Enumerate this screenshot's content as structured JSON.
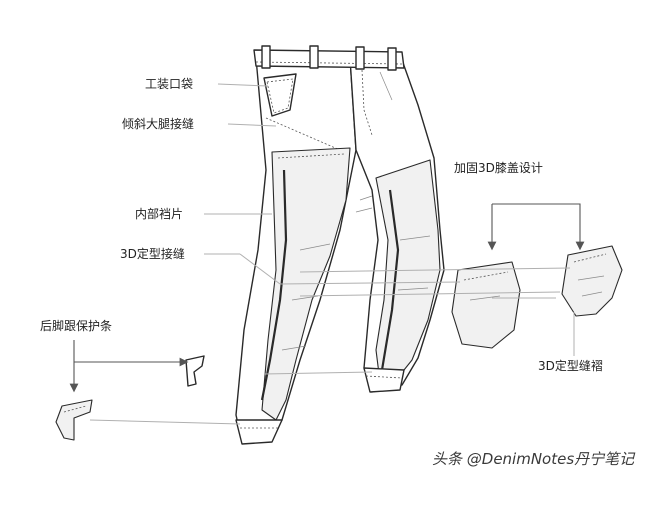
{
  "labels": {
    "work_pocket": "工装口袋",
    "slanted_leg_seam": "倾斜大腿接缝",
    "inner_crotch_panel": "内部裆片",
    "seam_3d": "3D定型接缝",
    "heel_guard": "后脚跟保护条",
    "knee_3d": "加固3D膝盖设计",
    "pleat_3d": "3D定型缝褶"
  },
  "watermark": "头条 @DenimNotes丹宁笔记",
  "colors": {
    "line": "#2a2a2a",
    "leader": "#b0b0b0",
    "panel": "#f1f1f1"
  }
}
